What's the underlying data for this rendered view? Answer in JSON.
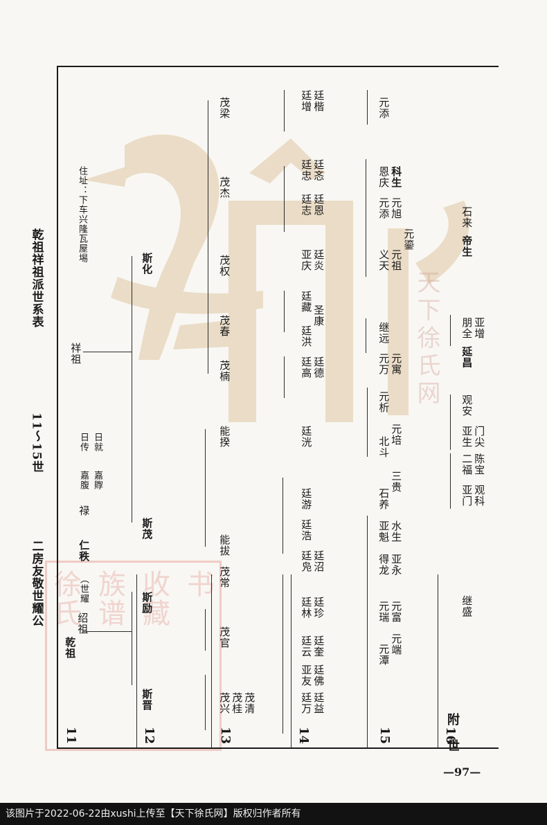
{
  "header": {
    "chapter_title": "二房友敬世耀公",
    "generations_range": "11～15世",
    "table_title": "乾祖祥祖派世系表"
  },
  "residence": "住址：下车兴隆瓦屋埸",
  "generation_labels": [
    "11",
    "12",
    "13",
    "14",
    "15",
    "附",
    "16",
    "世"
  ],
  "gen11": {
    "qianzu": "乾祖",
    "shaozu": "绍祖",
    "shiyao_note": "（世耀",
    "renzhi": "仁秩",
    "lu": "禄",
    "jiafu": "嘉腹",
    "jiajin": "嘉賯",
    "richuan": "日传",
    "rijiu": "日就",
    "xiangzu": "祥祖"
  },
  "gen12": [
    "斯晋",
    "斯励",
    "斯茂",
    "斯化"
  ],
  "gen13": [
    "茂兴",
    "茂桂",
    "茂清",
    "茂官",
    "茂常",
    "能拔",
    "能揆",
    "茂楠",
    "茂春",
    "茂权",
    "茂杰",
    "茂梁"
  ],
  "gen14": [
    "廷万",
    "廷益",
    "亚友",
    "廷佛",
    "廷云",
    "廷奎",
    "廷林",
    "廷珍",
    "廷凫",
    "廷沼",
    "廷浩",
    "廷游",
    "廷洸",
    "廷高",
    "廷德",
    "廷洪",
    "圣康",
    "廷藏",
    "亚庆",
    "廷炎",
    "廷志",
    "廷恩",
    "廷忠",
    "廷忞",
    "廷增",
    "廷楷"
  ],
  "gen15": [
    "元潭",
    "元端",
    "元瑞",
    "元富",
    "得龙",
    "亚永",
    "亚魁",
    "水生",
    "石养",
    "三贵",
    "北斗",
    "元培",
    "元析",
    "元万",
    "元寓",
    "继远",
    "义天",
    "元祖",
    "元鎏",
    "元添",
    "元旭",
    "恩庆",
    "科生",
    "元添"
  ],
  "gen16": [
    "继盛",
    "亚门",
    "观科",
    "二福",
    "陈宝",
    "亚生",
    "门尖",
    "观安",
    "延昌",
    "朋全",
    "亚增",
    "帝生",
    "石来"
  ],
  "page_number": "—97—",
  "watermark": {
    "seal_text": "徐氏族谱收藏书",
    "side_text": "天下徐氏网"
  },
  "footer_text": "该图片于2022-06-22由xushi上传至【天下徐氏网】版权归作者所有",
  "colors": {
    "paper": "#f8f7f3",
    "ink": "#1a1a1a",
    "watermark": "#e6d3b8",
    "seal": "#d85a50",
    "footer_bg": "#121212"
  }
}
